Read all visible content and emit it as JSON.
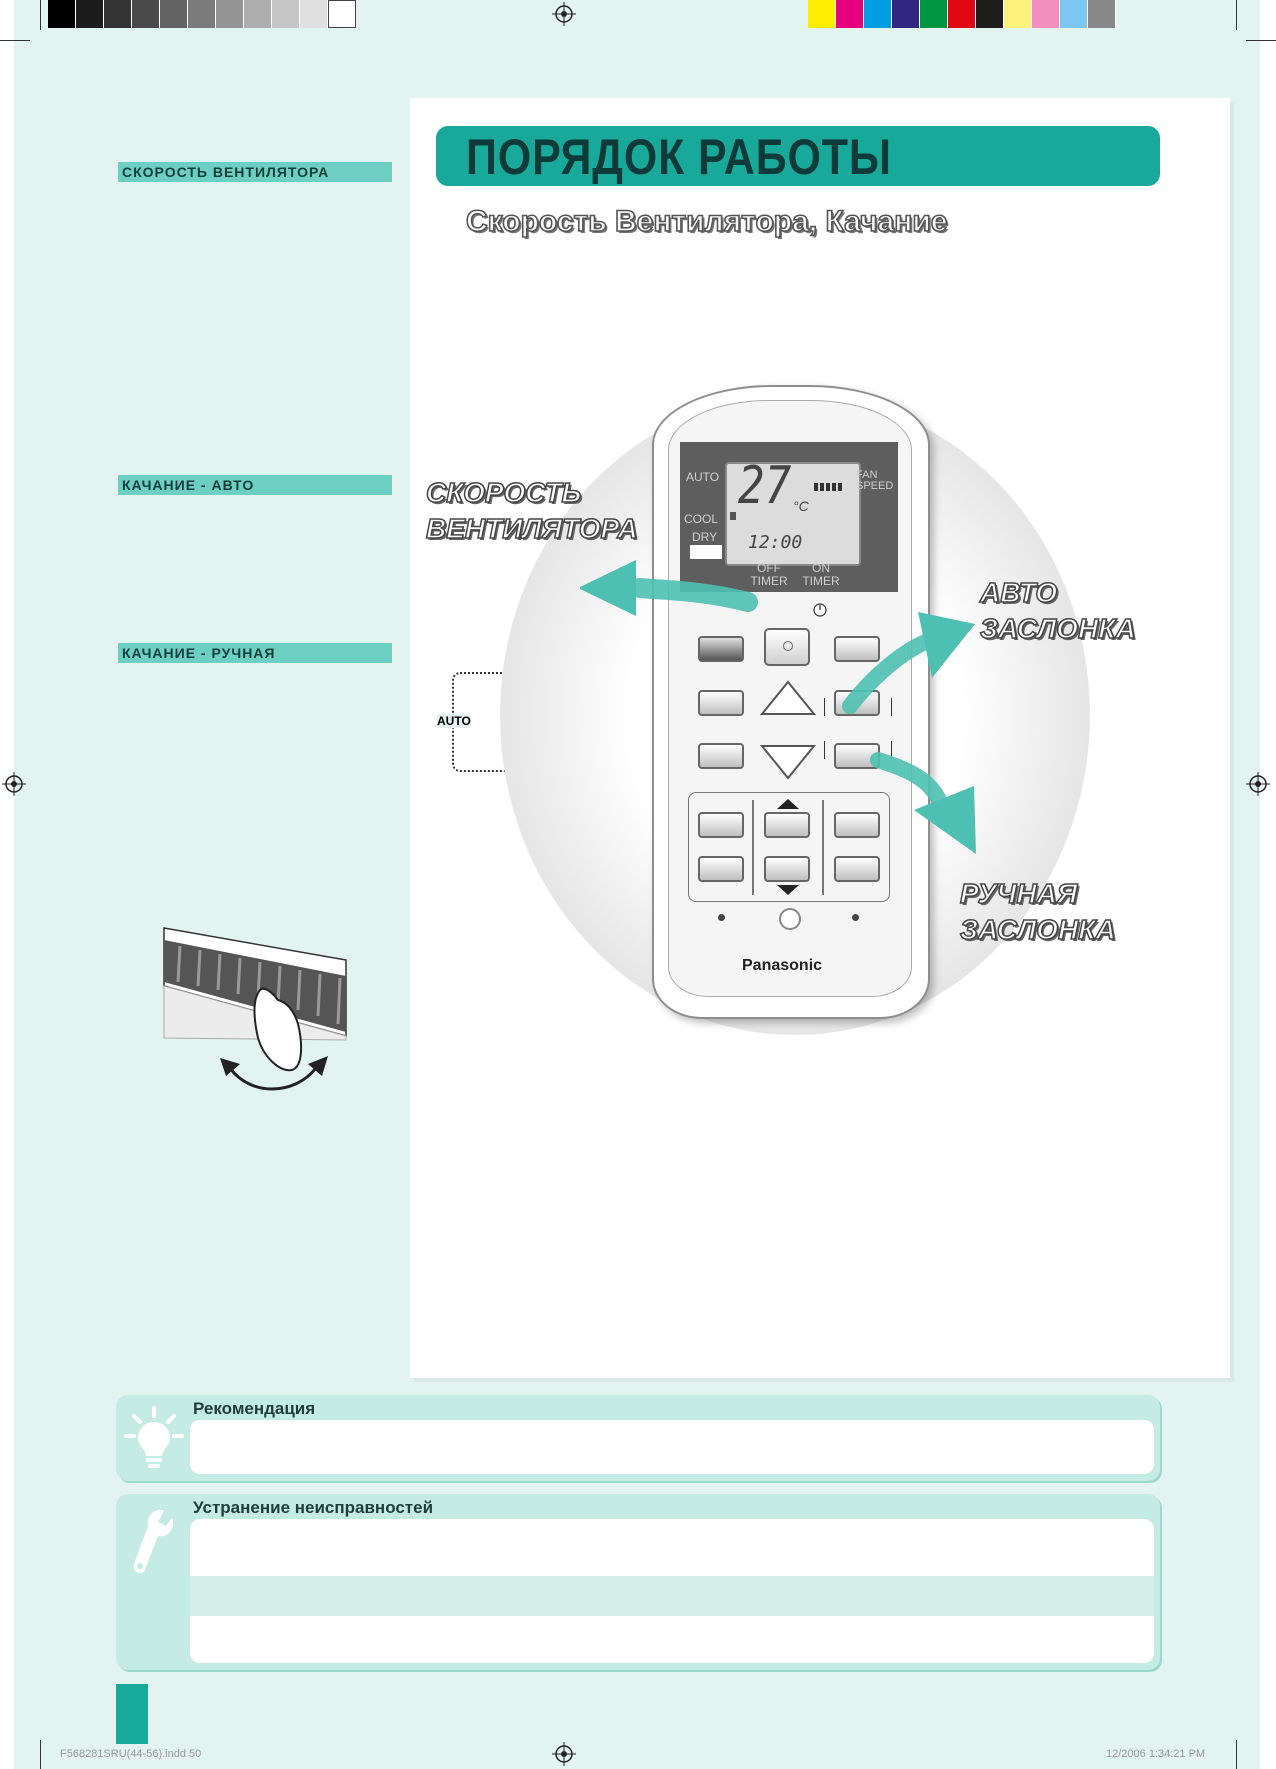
{
  "header": {
    "title": "ПОРЯДОК РАБОТЫ",
    "subtitle": "Скорость Вентилятора, Качание"
  },
  "sidebar": {
    "fan_speed": "СКОРОСТЬ ВЕНТИЛЯТОРА",
    "swing_auto": "КАЧАНИЕ - АВТО",
    "swing_manual": "КАЧАНИЕ - РУЧНАЯ",
    "auto_label": "AUTO"
  },
  "remote": {
    "mode_auto": "AUTO",
    "mode_cool": "COOL",
    "mode_dry": "DRY",
    "fan_speed": "FAN SPEED",
    "temperature": "27",
    "unit": "°C",
    "clock": "12:00",
    "off_timer": "OFF TIMER",
    "on_timer": "ON TIMER",
    "brand": "Panasonic"
  },
  "callouts": {
    "fan_speed_line1": "СКОРОСТЬ",
    "fan_speed_line2": "ВЕНТИЛЯТОРА",
    "auto_line1": "АВТО",
    "auto_line2": "ЗАСЛОНКА",
    "manual_line1": "РУЧНАЯ",
    "manual_line2": "ЗАСЛОНКА"
  },
  "tip": {
    "title": "Рекомендация"
  },
  "troubleshoot": {
    "title": "Устранение неисправностей"
  },
  "footer": {
    "file": "F568281SRU(44-56).indd 50",
    "date": "12/2006 1:34:21 PM"
  },
  "colors": {
    "accent": "#18a99b",
    "label_bg": "#6ccfc1",
    "page_bg": "#e3f4f0",
    "arrow": "#4ec0b3"
  }
}
